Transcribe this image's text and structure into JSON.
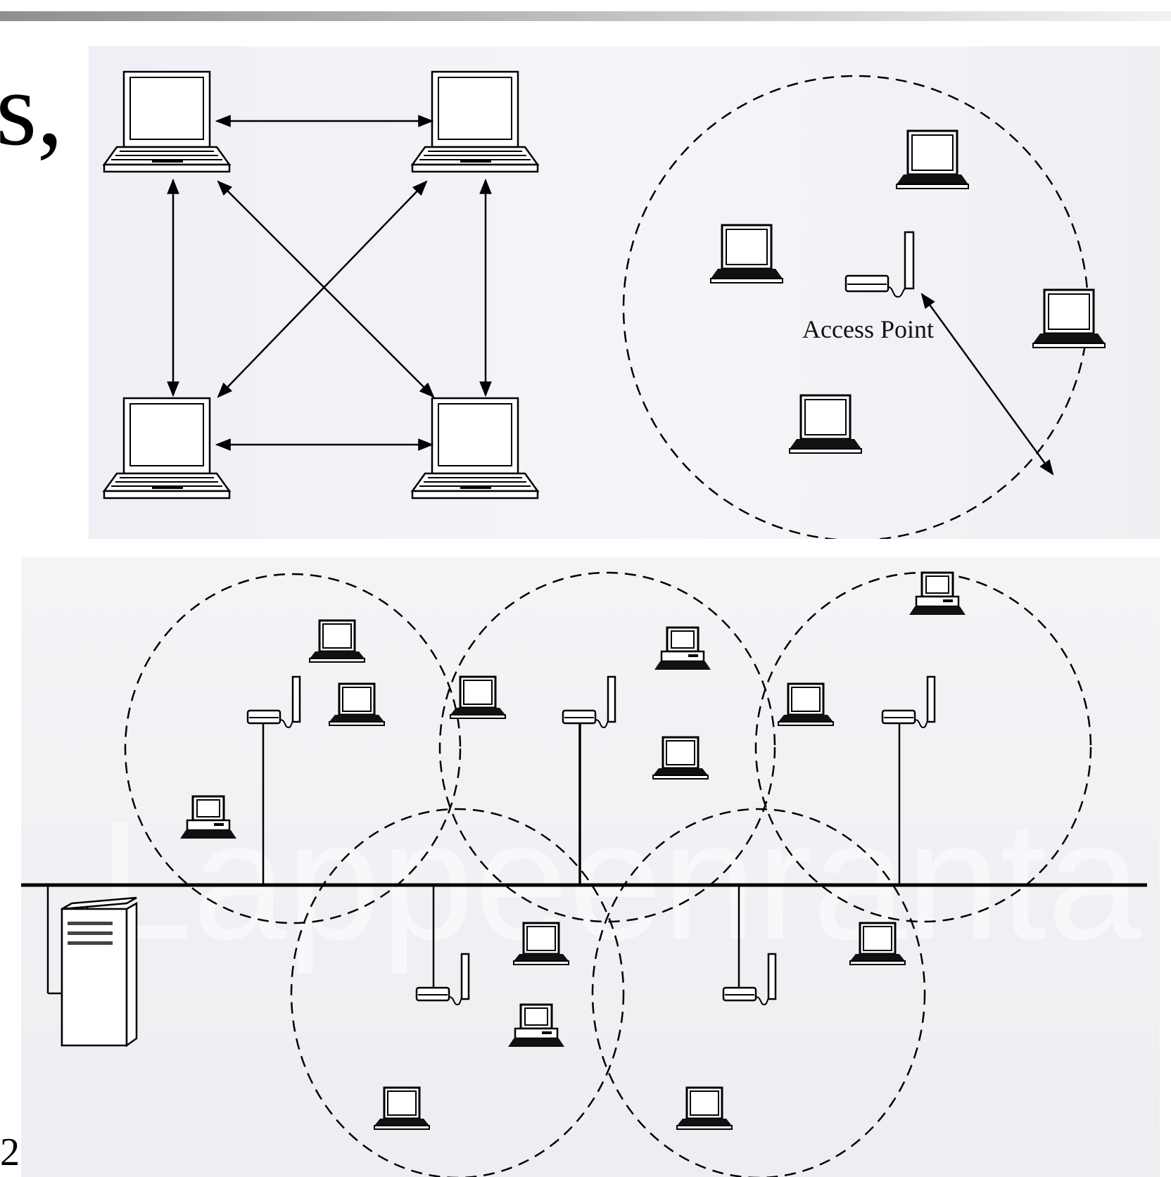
{
  "slide": {
    "title_fragment": "s,",
    "page_fragment": "2"
  },
  "adhoc": {
    "nodes": [
      "laptop",
      "laptop",
      "laptop",
      "laptop"
    ]
  },
  "infrastructure": {
    "access_point_label": "Access Point",
    "clients": [
      "laptop",
      "laptop",
      "laptop",
      "laptop"
    ]
  },
  "extended": {
    "watermark_text": "Lappeenranta",
    "backbone": "wired-lan",
    "server": "server-tower",
    "cells": 5
  },
  "colors": {
    "ink": "#000000",
    "panel_bg": "#eef0f5"
  }
}
